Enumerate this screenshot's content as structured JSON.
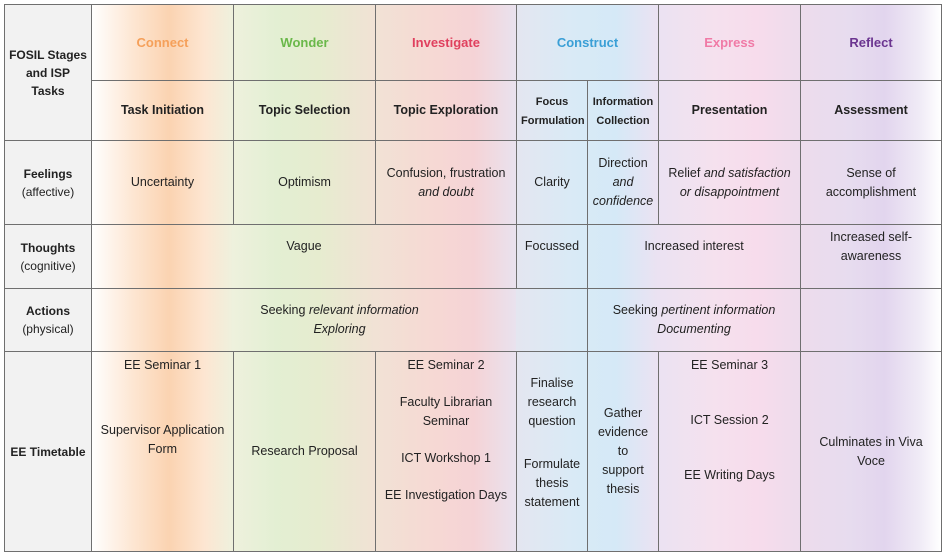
{
  "colors": {
    "connect": "#f5a05a",
    "wonder": "#8cc65c",
    "investigate": "#e8506a",
    "construct": "#4fa8d8",
    "express": "#f37aa8",
    "reflect": "#7a3f9a"
  },
  "header": {
    "title_line1": "FOSIL Stages",
    "title_line2": "and ISP Tasks"
  },
  "stages": [
    "Connect",
    "Wonder",
    "Investigate",
    "Construct",
    "Express",
    "Reflect"
  ],
  "tasks": [
    "Task Initiation",
    "Topic Selection",
    "Topic Exploration",
    "Focus Formulation",
    "Information Collection",
    "Presentation",
    "Assessment"
  ],
  "rows": {
    "feelings": {
      "label": "Feelings",
      "sub": "(affective)"
    },
    "thoughts": {
      "label": "Thoughts",
      "sub": "(cognitive)"
    },
    "actions": {
      "label": "Actions",
      "sub": "(physical)"
    },
    "timetable": {
      "label": "EE Timetable"
    }
  },
  "feelings": {
    "task_initiation": "Uncertainty",
    "topic_selection": "Optimism",
    "topic_exploration_1": "Confusion, frustration",
    "topic_exploration_2": "and doubt",
    "focus_formulation": "Clarity",
    "information_collection_1": "Direction",
    "information_collection_2": "and",
    "information_collection_3": "confidence",
    "presentation_1a": "Relief",
    "presentation_1b": "and satisfaction",
    "presentation_2": "or disappointment",
    "assessment_1": "Sense of",
    "assessment_2": "accomplishment"
  },
  "thoughts": {
    "early": "Vague",
    "focus": "Focussed",
    "middle": "Increased interest",
    "assessment_1": "Increased self-",
    "assessment_2": "awareness"
  },
  "actions": {
    "early_1a": "Seeking",
    "early_1b": "relevant information",
    "early_2": "Exploring",
    "later_1a": "Seeking",
    "later_1b": "pertinent information",
    "later_2": "Documenting"
  },
  "timetable": {
    "task_initiation_1": "EE Seminar 1",
    "task_initiation_2a": "Supervisor Application",
    "task_initiation_2b": "Form",
    "topic_selection": "Research Proposal",
    "topic_exploration_1": "EE Seminar 2",
    "topic_exploration_2a": "Faculty Librarian",
    "topic_exploration_2b": "Seminar",
    "topic_exploration_3": "ICT Workshop 1",
    "topic_exploration_4": "EE Investigation Days",
    "focus_1a": "Finalise",
    "focus_1b": "research",
    "focus_1c": "question",
    "focus_2a": "Formulate",
    "focus_2b": "thesis",
    "focus_2c": "statement",
    "collection_1": "Gather",
    "collection_2": "evidence to",
    "collection_3": "support",
    "collection_4": "thesis",
    "presentation_1": "EE Seminar 3",
    "presentation_2": "ICT Session 2",
    "presentation_3": "EE Writing Days",
    "assessment": "Culminates in Viva Voce"
  }
}
